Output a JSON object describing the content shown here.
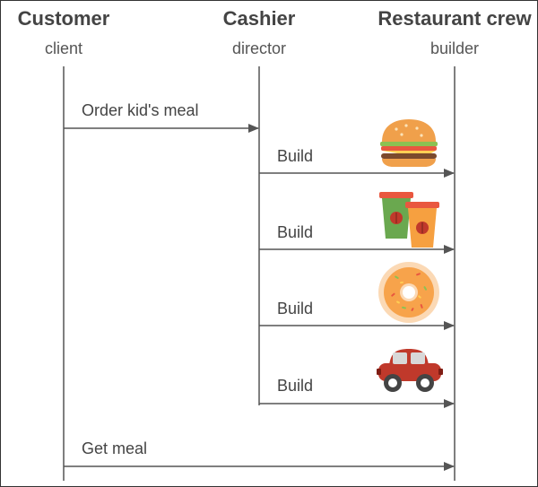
{
  "actors": [
    {
      "title": "Customer",
      "role": "client"
    },
    {
      "title": "Cashier",
      "role": "director"
    },
    {
      "title": "Restaurant crew",
      "role": "builder"
    }
  ],
  "messages": [
    {
      "label": "Order kid's meal",
      "from": "client",
      "to": "director"
    },
    {
      "label": "Build",
      "from": "director",
      "to": "builder",
      "icon": "burger-icon"
    },
    {
      "label": "Build",
      "from": "director",
      "to": "builder",
      "icon": "drinks-icon"
    },
    {
      "label": "Build",
      "from": "director",
      "to": "builder",
      "icon": "donut-icon"
    },
    {
      "label": "Build",
      "from": "director",
      "to": "builder",
      "icon": "toy-car-icon"
    },
    {
      "label": "Get meal",
      "from": "client",
      "to": "builder"
    }
  ]
}
